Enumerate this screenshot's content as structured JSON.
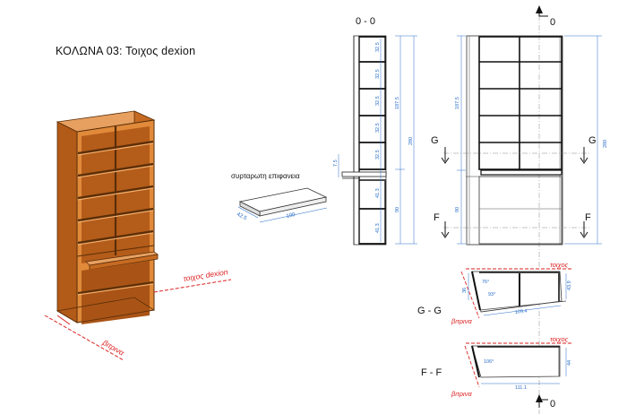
{
  "title": "ΚΟΛΩΝΑ 03: Τοιχος dexion",
  "labels": {
    "wall": "τοιχος dexion",
    "glass": "βιτρινα",
    "pullout": "συρταρωτη επιφανεια",
    "section_oo": "0 - 0",
    "section_gg": "G - G",
    "section_ff": "F - F",
    "wall_short": "τοιχος",
    "marker_o": "0",
    "marker_g": "G",
    "marker_f": "F"
  },
  "pullout_dims": {
    "depth": "42.5",
    "width": "100"
  },
  "side_dims": {
    "upper": [
      "32.5",
      "32.5",
      "32.5",
      "32.5",
      "32.5"
    ],
    "lower": [
      "41.3",
      "41.3"
    ],
    "shelf": "7.5",
    "upper_total": "187.5",
    "lower_total": "90",
    "total": "280"
  },
  "front_dims": {
    "upper": "187.5",
    "lower": "90",
    "total": "280"
  },
  "gg_dims": {
    "left": "36",
    "angle1": "76°",
    "angle2": "93°",
    "right": "43.9",
    "bottom": "109.4"
  },
  "ff_dims": {
    "angle": "106°",
    "right": "44",
    "bottom": "111.1"
  }
}
